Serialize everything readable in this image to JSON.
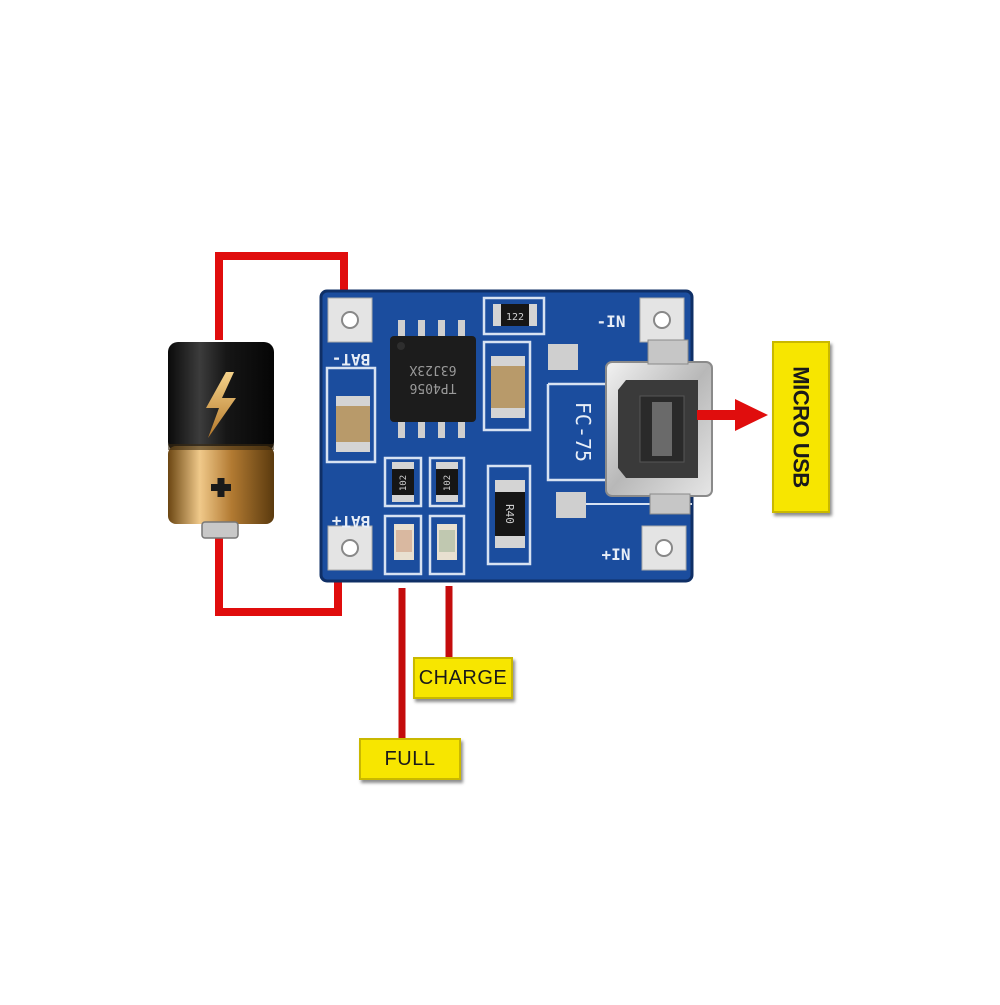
{
  "labels": {
    "charge": "CHARGE",
    "full": "FULL",
    "micro_usb": "MICRO USB"
  },
  "pcb": {
    "bat_neg": "BAT-",
    "bat_pos": "BAT+",
    "in_neg": "-IN",
    "in_pos": "+IN",
    "chip_line1": "TP4056",
    "chip_line2": "63J23X",
    "connector": "FC-75",
    "r1": "122",
    "r2": "102",
    "r3": "102",
    "r_sense": "R40"
  },
  "colors": {
    "wire": "#e00d0d",
    "board": "#1b4d9e",
    "callout": "#f7e600"
  }
}
